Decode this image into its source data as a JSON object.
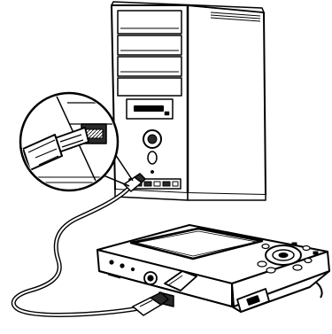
{
  "illustration": {
    "computer": "computer-tower",
    "camera": "digital-camera",
    "cable": "usb-cable",
    "callout": "usb-plug-magnifier"
  },
  "colors": {
    "ink": "#000000",
    "paper": "#ffffff",
    "shade": "#cfcfcf",
    "dark": "#2a2a2a"
  }
}
